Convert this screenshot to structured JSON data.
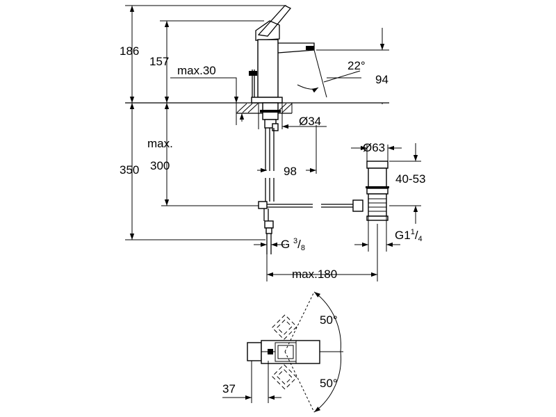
{
  "dimensions": {
    "height_total": "186",
    "height_spout": "157",
    "max_30": "max.30",
    "angle_spout": "22°",
    "reach": "94",
    "hole_diameter": "Ø34",
    "max_label": "max.",
    "depth_350": "350",
    "depth_300": "300",
    "offset_98": "98",
    "waste_diameter": "Ø63",
    "waste_length": "40-53",
    "waste_thread_prefix": "G1",
    "waste_thread_num": "1",
    "waste_thread_den": "4",
    "supply_thread_prefix": "G",
    "supply_thread_num": "3",
    "supply_thread_den": "8",
    "max_180": "max.180",
    "swivel_top": "50°",
    "swivel_bottom": "50°",
    "depth_37": "37"
  }
}
